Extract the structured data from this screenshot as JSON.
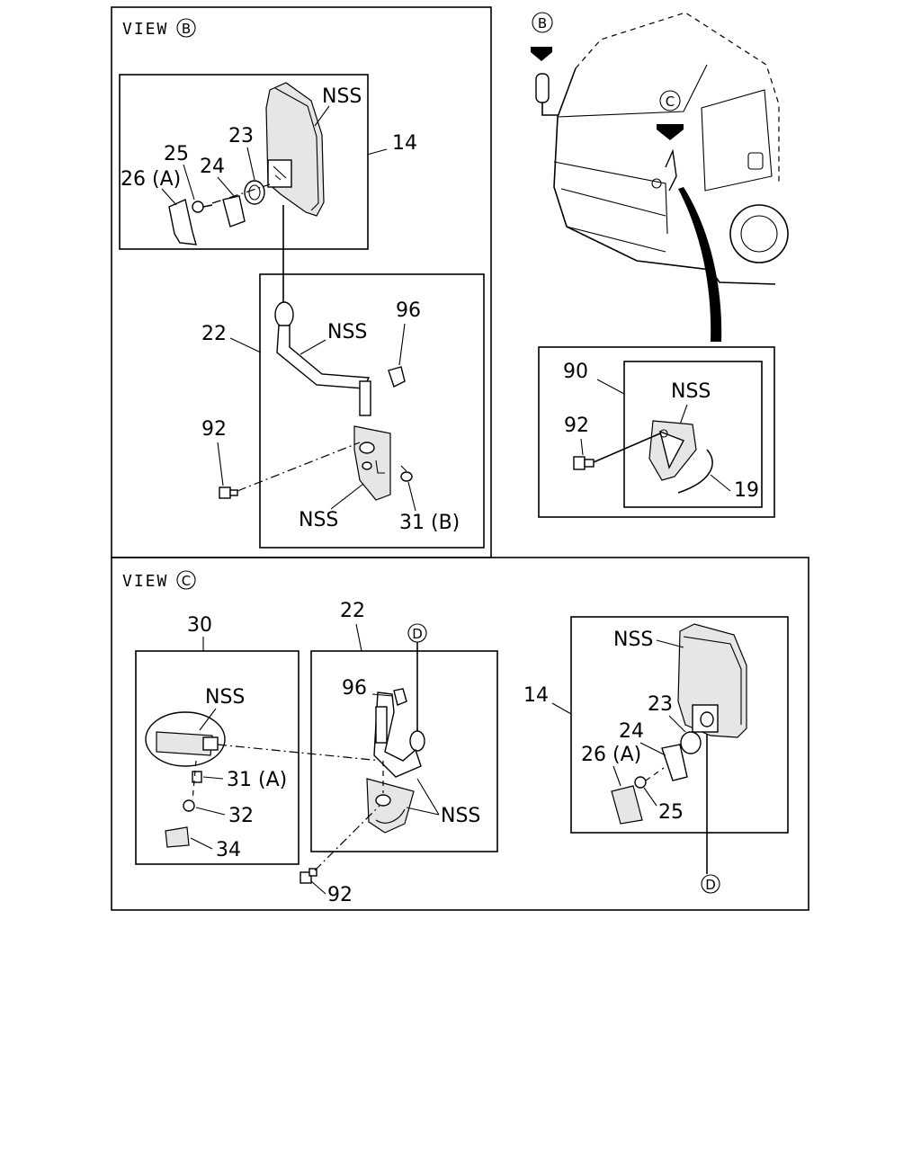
{
  "view_b": {
    "title": "VIEW",
    "marker": "B",
    "labels": {
      "nss_mirror": "NSS",
      "p14": "14",
      "p23": "23",
      "p24": "24",
      "p25": "25",
      "p26a": "26 (A)",
      "p22": "22",
      "nss_stay": "NSS",
      "p96": "96",
      "p92": "92",
      "nss_bracket": "NSS",
      "p31b": "31 (B)"
    }
  },
  "truck": {
    "marker_b": "B",
    "marker_c": "C",
    "labels": {
      "p90": "90",
      "nss": "NSS",
      "p92": "92",
      "p19": "19"
    }
  },
  "view_c": {
    "title": "VIEW",
    "marker": "C",
    "labels": {
      "p30": "30",
      "nss_lens": "NSS",
      "p31a": "31 (A)",
      "p32": "32",
      "p34": "34",
      "p22": "22",
      "marker_d_top": "D",
      "p96": "96",
      "nss_stay": "NSS",
      "p92": "92",
      "nss_mirror": "NSS",
      "p14": "14",
      "p23": "23",
      "p24": "24",
      "p26a": "26 (A)",
      "p25": "25",
      "marker_d_bottom": "D"
    }
  }
}
